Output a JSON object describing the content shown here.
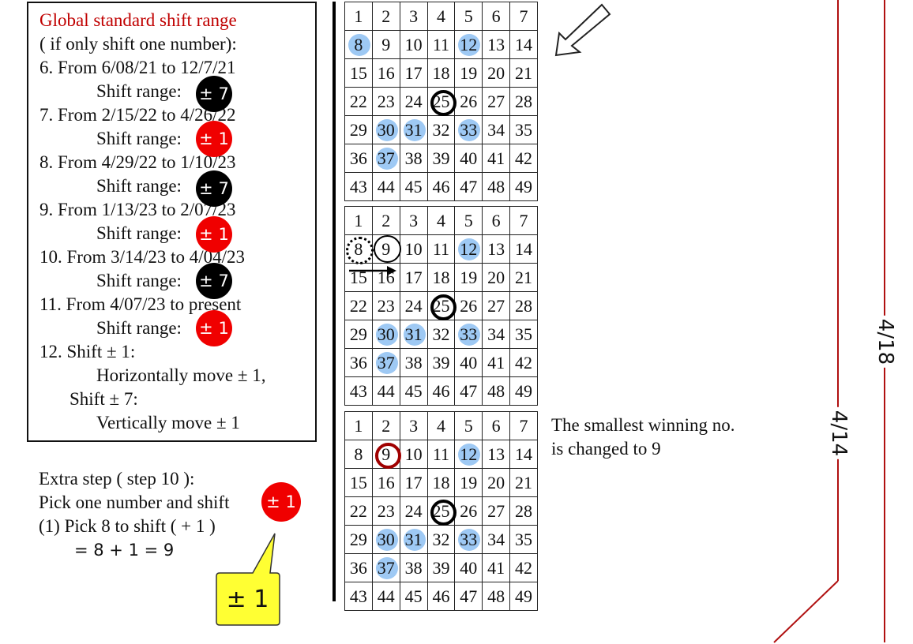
{
  "rules": {
    "title": "Global standard shift range",
    "subtitle": "( if only shift one number):",
    "items": [
      {
        "from": "6. From 6/08/21 to 12/7/21",
        "range_label": "Shift range:",
        "badge": "± 7",
        "badge_color": "#000000"
      },
      {
        "from": "7. From 2/15/22 to 4/26/22",
        "range_label": "Shift range:",
        "badge": "± 1",
        "badge_color": "#f00000"
      },
      {
        "from": "8. From 4/29/22 to 1/10/23",
        "range_label": "Shift range:",
        "badge": "± 7",
        "badge_color": "#000000"
      },
      {
        "from": "9. From 1/13/23 to 2/07/23",
        "range_label": "Shift range:",
        "badge": "± 1",
        "badge_color": "#f00000"
      },
      {
        "from": "10. From 3/14/23 to 4/04/23",
        "range_label": "Shift range:",
        "badge": "± 7",
        "badge_color": "#000000"
      },
      {
        "from": "11. From 4/07/23 to present",
        "range_label": "Shift range:",
        "badge": "± 1",
        "badge_color": "#f00000"
      }
    ],
    "item12": {
      "head": "12. Shift ± 1:",
      "line1": "Horizontally move ± 1,",
      "head2": "Shift ± 7:",
      "line2": "Vertically move ± 1"
    }
  },
  "extra": {
    "line1": "Extra step ( step 10 ):",
    "line2": "Pick one number and shift",
    "badge": "± 1",
    "line3": "(1) Pick 8 to shift ( + 1 )",
    "line4": "= 8 + 1 = 9",
    "callout": "± 1"
  },
  "grids": [
    {
      "highlighted": [
        8,
        12,
        30,
        31,
        33,
        37
      ],
      "ring_bold": [
        25
      ],
      "ring_thin": [],
      "ring_dotted": [],
      "ring_red": []
    },
    {
      "highlighted": [
        12,
        30,
        31,
        33,
        37
      ],
      "ring_bold": [
        25
      ],
      "ring_thin": [
        9
      ],
      "ring_dotted": [
        8
      ],
      "ring_red": []
    },
    {
      "highlighted": [
        12,
        30,
        31,
        33,
        37
      ],
      "ring_bold": [
        25
      ],
      "ring_thin": [],
      "ring_dotted": [],
      "ring_red": [
        9
      ]
    }
  ],
  "note": {
    "line1": "The smallest winning no.",
    "line2": "is changed to 9"
  },
  "dates": {
    "outer": "4/18",
    "inner": "4/14"
  },
  "colors": {
    "highlight": "#9ec9f4",
    "accent_red": "#c00000",
    "timeline": "#b01010",
    "callout_fill": "#ffff33"
  }
}
